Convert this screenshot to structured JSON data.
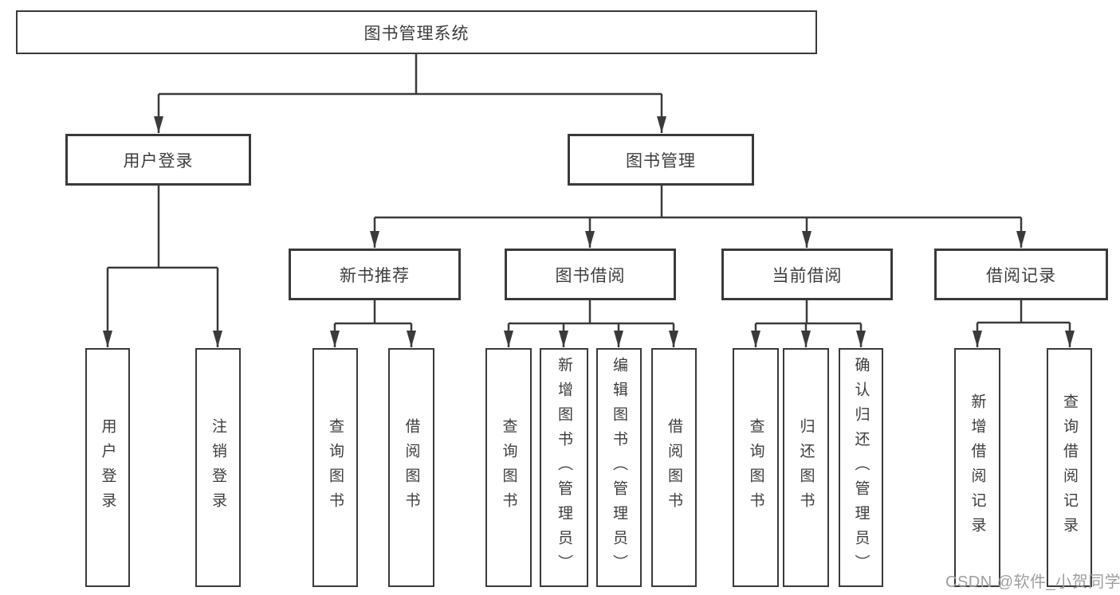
{
  "colors": {
    "line": "#3a3a3a",
    "text": "#3d3d3d",
    "watermark": "#9e9e9e",
    "background": "#ffffff"
  },
  "diagram": {
    "type": "hierarchy-tree",
    "root": {
      "label": "图书管理系统"
    },
    "level2": [
      {
        "label": "用户登录",
        "parent": "图书管理系统"
      },
      {
        "label": "图书管理",
        "parent": "图书管理系统"
      }
    ],
    "level3": [
      {
        "label": "新书推荐",
        "parent": "图书管理"
      },
      {
        "label": "图书借阅",
        "parent": "图书管理"
      },
      {
        "label": "当前借阅",
        "parent": "图书管理"
      },
      {
        "label": "借阅记录",
        "parent": "图书管理"
      }
    ],
    "leaves": [
      {
        "label": "用户登录",
        "parent": "用户登录"
      },
      {
        "label": "注销登录",
        "parent": "用户登录"
      },
      {
        "label": "查询图书",
        "parent": "新书推荐"
      },
      {
        "label": "借阅图书",
        "parent": "新书推荐"
      },
      {
        "label": "查询图书",
        "parent": "图书借阅"
      },
      {
        "label": "新增图书（管理员）",
        "parent": "图书借阅"
      },
      {
        "label": "编辑图书（管理员）",
        "parent": "图书借阅"
      },
      {
        "label": "借阅图书",
        "parent": "图书借阅"
      },
      {
        "label": "查询图书",
        "parent": "当前借阅"
      },
      {
        "label": "归还图书",
        "parent": "当前借阅"
      },
      {
        "label": "确认归还（管理员）",
        "parent": "当前借阅"
      },
      {
        "label": "新增借阅记录",
        "parent": "借阅记录"
      },
      {
        "label": "查询借阅记录",
        "parent": "借阅记录"
      }
    ]
  },
  "watermark": {
    "text": "CSDN @软件_小贺同学"
  }
}
